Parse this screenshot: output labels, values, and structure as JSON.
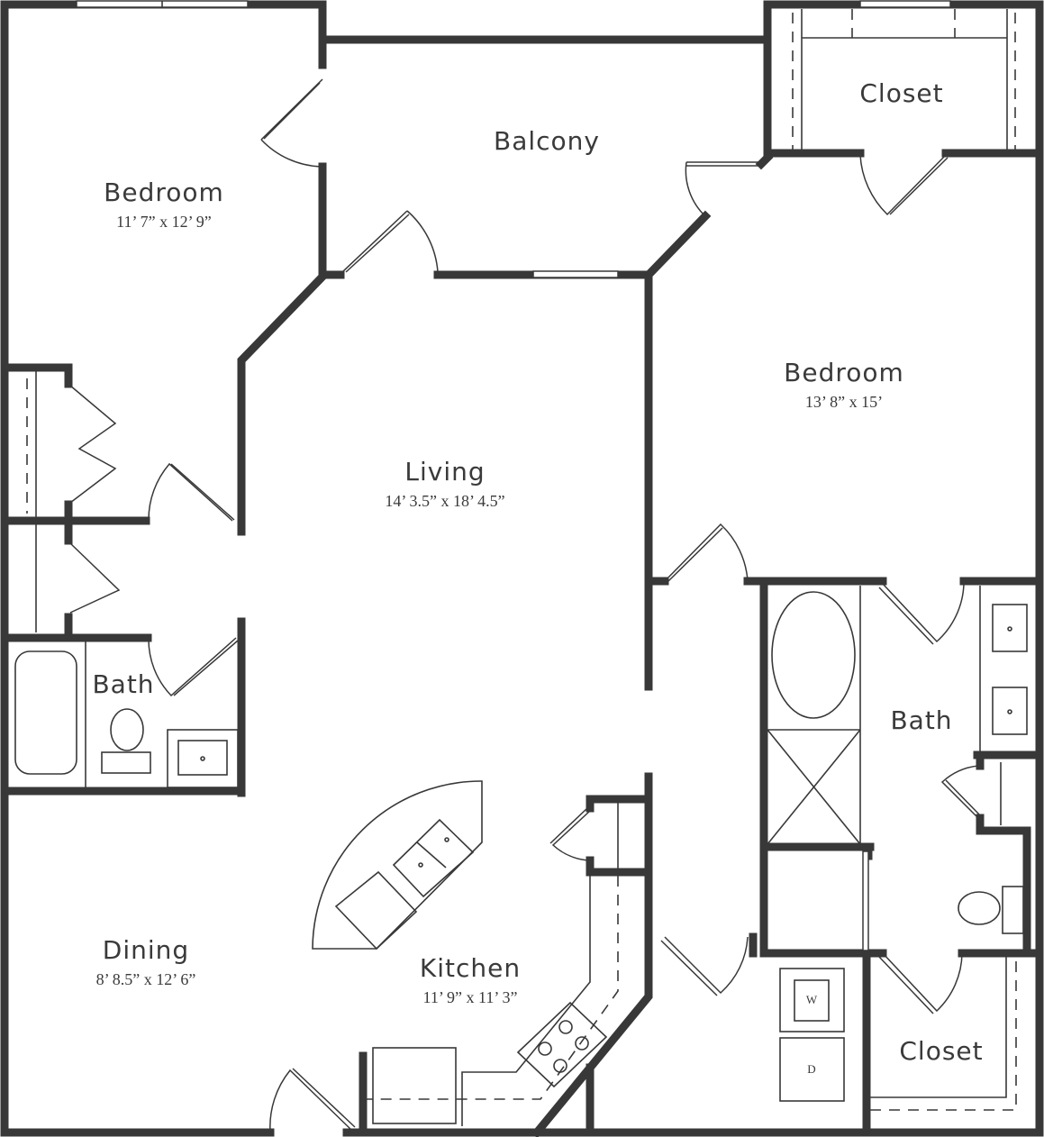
{
  "floorplan": {
    "colors": {
      "wall": "#383838",
      "background": "#ffffff",
      "text": "#3a3a3a"
    },
    "rooms": {
      "bedroom1": {
        "name": "Bedroom",
        "dims": "11’ 7” x 12’ 9”"
      },
      "balcony": {
        "name": "Balcony"
      },
      "closet_top": {
        "name": "Closet"
      },
      "bedroom2": {
        "name": "Bedroom",
        "dims": "13’ 8” x 15’"
      },
      "living": {
        "name": "Living",
        "dims": "14’ 3.5” x 18’ 4.5”"
      },
      "bath1": {
        "name": "Bath"
      },
      "bath2": {
        "name": "Bath"
      },
      "dining": {
        "name": "Dining",
        "dims": "8’ 8.5” x 12’ 6”"
      },
      "kitchen": {
        "name": "Kitchen",
        "dims": "11’ 9” x 11’ 3”"
      },
      "closet_bottom": {
        "name": "Closet"
      }
    },
    "appliances": {
      "washer": "W",
      "dryer": "D"
    }
  }
}
